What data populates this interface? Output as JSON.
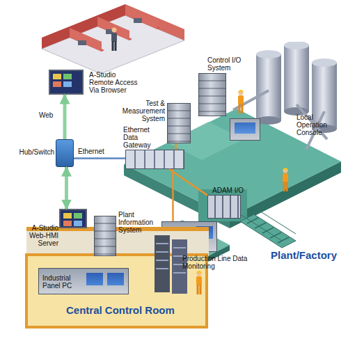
{
  "diagram": {
    "nodes": [
      {
        "text": [
          "A-Studio Remote Access Via Browser"
        ]
      },
      {
        "text": [
          "Plant/Factory"
        ]
      },
      {
        "text": [
          "Control I/O System"
        ],
        "in": 1
      },
      {
        "text": [
          "Test & Measurement System"
        ],
        "in": 1
      },
      {
        "text": [
          "Local Operation Console"
        ],
        "in": 1
      },
      {
        "text": [
          "Ethernet Data Gateway"
        ],
        "in": 1
      },
      {
        "text": [
          "ADAM I/O"
        ],
        "in": 1
      },
      {
        "text": [
          "Industrial Panel PC"
        ],
        "in": 1
      },
      {
        "text": [
          "Hub/Switch"
        ]
      },
      {
        "text": [
          "Central Control Room"
        ]
      },
      {
        "text": [
          "Plant Information System"
        ],
        "in": 9
      },
      {
        "text": [
          "A-Studio Web-HMI Server"
        ],
        "in": 9
      },
      {
        "text": [
          "Industrial Panel PC"
        ],
        "in": 9
      }
    ],
    "edges": [
      {
        "from": 8,
        "to": 0,
        "arrow": "to",
        "label": "Web"
      },
      {
        "from": 8,
        "to": 11,
        "arrow": "both"
      },
      {
        "from": 8,
        "to": 5,
        "arrow": "none",
        "label": "Ethernet"
      },
      {
        "from": 5,
        "to": 3,
        "arrow": "none"
      },
      {
        "from": 5,
        "to": 6,
        "arrow": "none"
      },
      {
        "from": 5,
        "to": 7,
        "arrow": "none"
      }
    ],
    "labels": [
      "Production Line Data Monitoring"
    ]
  }
}
